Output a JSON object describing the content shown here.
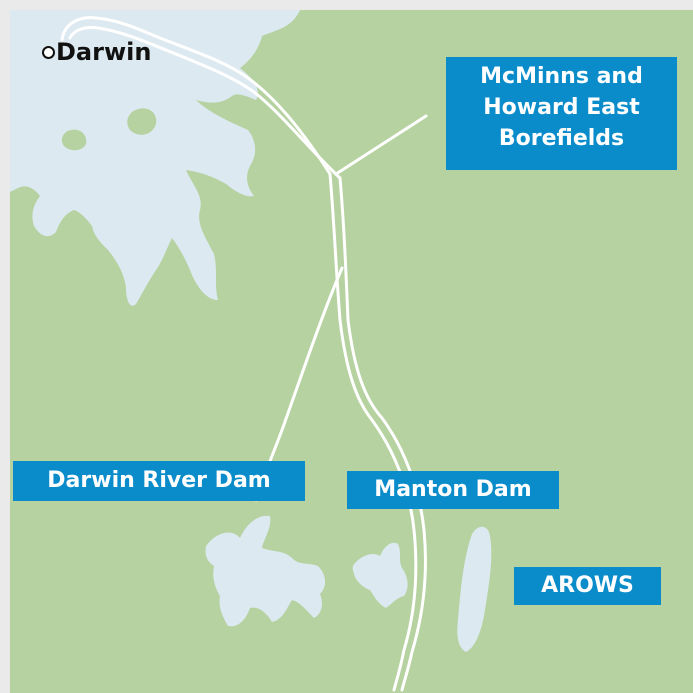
{
  "city": {
    "name": "Darwin"
  },
  "labels": {
    "borefields_lines": [
      "McMinns and",
      "Howard East",
      "Borefields"
    ],
    "darwin_river_dam": "Darwin River Dam",
    "manton_dam": "Manton Dam",
    "arows": "AROWS"
  },
  "colors": {
    "land": "#b5d2a0",
    "water": "#dde9f1",
    "pipeline": "#ffffff",
    "label_bg": "#0a8ccb",
    "label_text": "#ffffff",
    "frame": "#eaeaea"
  }
}
